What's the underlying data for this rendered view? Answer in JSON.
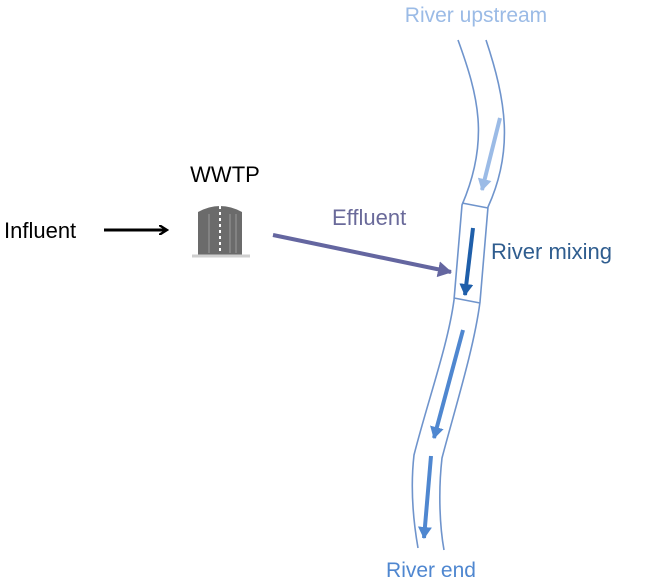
{
  "labels": {
    "river_upstream": "River upstream",
    "wwtp": "WWTP",
    "influent": "Influent",
    "effluent": "Effluent",
    "river_mixing": "River mixing",
    "river_end": "River end"
  },
  "icons": {
    "plant": "wwtp-tank-icon"
  },
  "colors": {
    "upstream": "#9bbbe6",
    "mixing": "#1f5faa",
    "downstream": "#4f87d0",
    "river_outline": "#6f94cc",
    "effluent_arrow": "#6466a0",
    "effluent_text": "#6a6a9a",
    "mixing_text": "#2f5d8f",
    "end_text": "#4f87d0",
    "black": "#000000",
    "tank": "#6b6b6b"
  }
}
